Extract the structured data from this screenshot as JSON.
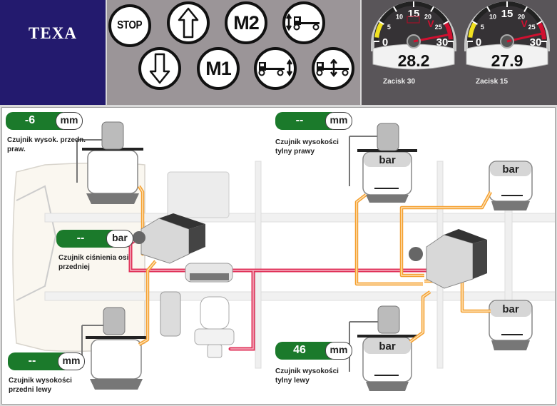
{
  "logo": {
    "text": "TEXA",
    "background": "#231a6e"
  },
  "controls": {
    "buttons": [
      {
        "id": "stop",
        "label": "STOP",
        "icon": "stop-icon"
      },
      {
        "id": "up",
        "label": "",
        "icon": "arrow-up-icon"
      },
      {
        "id": "m2",
        "label": "M2",
        "icon": "memory-2-icon"
      },
      {
        "id": "front-axle",
        "label": "",
        "icon": "front-axle-lift-icon"
      },
      {
        "id": "down",
        "label": "",
        "icon": "arrow-down-icon"
      },
      {
        "id": "m1",
        "label": "M1",
        "icon": "memory-1-icon"
      },
      {
        "id": "rear-axle",
        "label": "",
        "icon": "rear-axle-lift-icon"
      },
      {
        "id": "both-axles",
        "label": "",
        "icon": "both-axles-lift-icon"
      }
    ]
  },
  "gauges": [
    {
      "label": "Zacisk 30",
      "value": "28.2",
      "value_num": 28.2,
      "min": 0,
      "max": 30,
      "unit_symbol": "V",
      "has_battery_icon": true,
      "ticks": [
        "0",
        "5",
        "10",
        "15",
        "20",
        "25",
        "30"
      ]
    },
    {
      "label": "Zacisk 15",
      "value": "27.9",
      "value_num": 27.9,
      "min": 0,
      "max": 30,
      "unit_symbol": "V",
      "has_battery_icon": false,
      "ticks": [
        "0",
        "5",
        "10",
        "15",
        "20",
        "25",
        "30"
      ]
    }
  ],
  "sensors": {
    "front_right_height": {
      "value": "-6",
      "unit": "mm",
      "label_line1": "Czujnik wysok. przedn.",
      "label_line2": "praw."
    },
    "front_axle_pressure": {
      "value": "--",
      "unit": "bar",
      "label_line1": "Czujnik ciśnienia osi",
      "label_line2": "przedniej"
    },
    "front_left_height": {
      "value": "--",
      "unit": "mm",
      "label_line1": "Czujnik wysokości",
      "label_line2": "przedni  lewy"
    },
    "rear_right_height": {
      "value": "--",
      "unit": "mm",
      "label_line1": "Czujnik wysokości",
      "label_line2": "tylny  prawy"
    },
    "rear_left_height": {
      "value": "46",
      "unit": "mm",
      "label_line1": "Czujnik wysokości",
      "label_line2": "tylny  lewy"
    }
  },
  "air_bags": [
    {
      "id": "rear-right-inner",
      "label": "bar"
    },
    {
      "id": "rear-right-outer",
      "label": "bar"
    },
    {
      "id": "rear-left-inner",
      "label": "bar"
    },
    {
      "id": "rear-left-outer",
      "label": "bar"
    }
  ],
  "colors": {
    "sensor_green": "#1b7a2b",
    "pressure_line_red": "#e0335a",
    "control_line_orange": "#f5a030",
    "gauge_red": "#d01030",
    "gauge_yellow": "#f0e020"
  }
}
